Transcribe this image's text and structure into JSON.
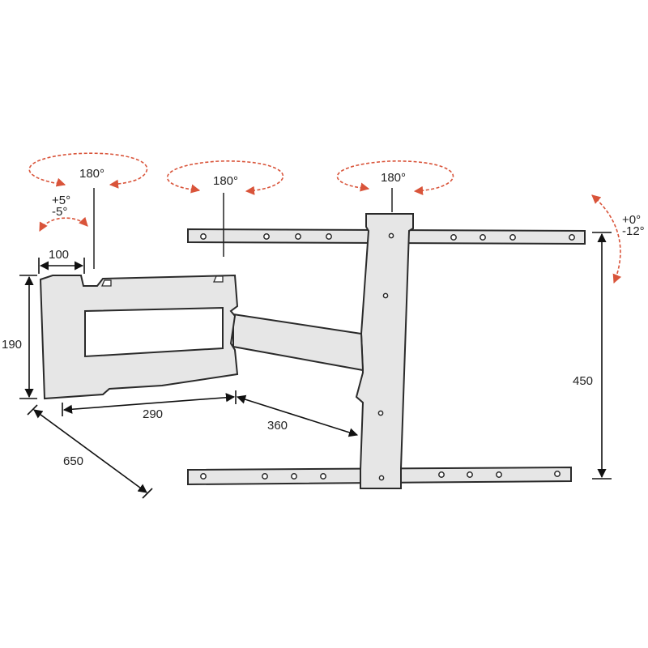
{
  "colors": {
    "rotation_arrows": "#d9543a",
    "part_fill": "#e6e6e6",
    "outline": "#2a2a2a"
  },
  "rotations": {
    "wall_swivel": "180°",
    "arm_swivel": "180°",
    "head_swivel": "180°",
    "wall_tilt_plus": "+5°",
    "wall_tilt_minus": "-5°",
    "tv_tilt_plus": "+0°",
    "tv_tilt_minus": "-12°"
  },
  "dimensions": {
    "plate_offset": "100",
    "plate_height": "190",
    "first_arm": "290",
    "second_arm": "360",
    "max_extension": "650",
    "rail_spacing": "450"
  }
}
